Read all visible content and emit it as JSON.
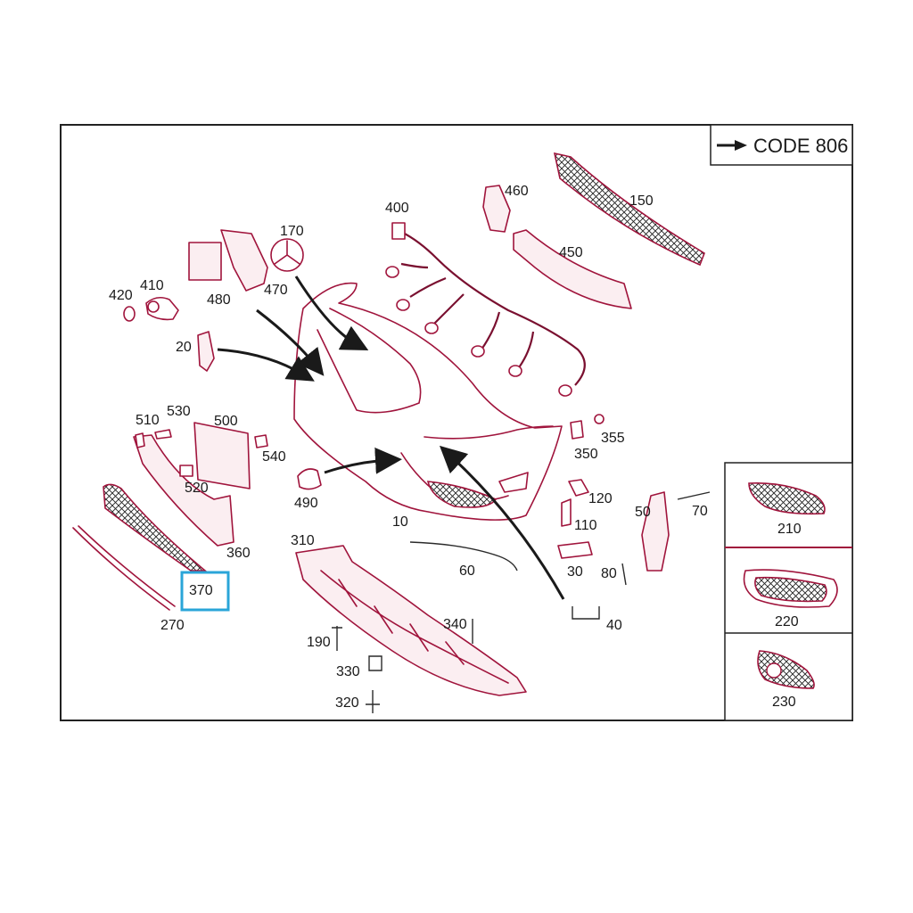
{
  "code_box": {
    "label": "CODE 806"
  },
  "highlighted_part": "370",
  "colors": {
    "outline": "#a0143c",
    "highlight": "#2aa5d8",
    "frame": "#222222"
  },
  "labels": {
    "p10": "10",
    "p20": "20",
    "p30": "30",
    "p40": "40",
    "p50": "50",
    "p60": "60",
    "p70": "70",
    "p80": "80",
    "p110": "110",
    "p120": "120",
    "p150": "150",
    "p170": "170",
    "p190": "190",
    "p210": "210",
    "p220": "220",
    "p230": "230",
    "p270": "270",
    "p310": "310",
    "p320": "320",
    "p330": "330",
    "p340": "340",
    "p350": "350",
    "p355": "355",
    "p360": "360",
    "p370": "370",
    "p400": "400",
    "p410": "410",
    "p420": "420",
    "p450": "450",
    "p460": "460",
    "p470": "470",
    "p480": "480",
    "p490": "490",
    "p500": "500",
    "p510": "510",
    "p520": "520",
    "p530": "530",
    "p540": "540"
  }
}
